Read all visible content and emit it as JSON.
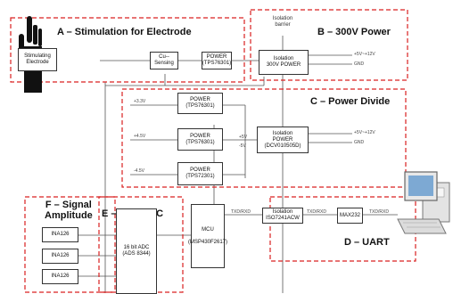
{
  "regions": {
    "A": "A – Stimulation  for Electrode",
    "B": "B – 300V Power",
    "C": "C – Power Divide",
    "D": "D – UART",
    "E": "E – 16bitADC",
    "F": "F – Signal\nAmplitude"
  },
  "isolation_barrier": "Isolation\nbarrier",
  "blocks": {
    "stim_electrode": "Stimulating\nElectrode",
    "cu_sensing": "Cu--\nSensing",
    "power_a": "POWER\n(TPS76301)",
    "iso_300v": "Isolation\n300V POWER",
    "p33": "POWER\n(TPS76301)",
    "p45": "POWER\n(TPS76301)",
    "pn45": "POWER\n(TPS72301)",
    "iso_dcv": "Isolation\nPOWER\n(DCV010505D)",
    "adc": "16 bit ADC\n(ADS 8344)",
    "mcu": "MCU\n\n(MSP430F2617)",
    "iso_uart": "Isolation\nISO7241ACW",
    "max232": "MAX232",
    "ina1": "INA126",
    "ina2": "INA126",
    "ina3": "INA126"
  },
  "labels": {
    "b_out1": "+5V~+12V",
    "b_gnd": "GND",
    "c_out1": "+5V~+12V",
    "c_gnd": "GND",
    "v33": "+3.3V",
    "v45": "+4.5V",
    "vn45": "-4.5V",
    "p5v": "+5V",
    "n5v": "-5V",
    "txrx1": "TXD/RXD",
    "txrx2": "TXD/RXD",
    "txrx3": "TXD/RXD"
  },
  "colors": {
    "dashed_region": "#d92020",
    "line": "#555555",
    "box_border": "#333333"
  }
}
